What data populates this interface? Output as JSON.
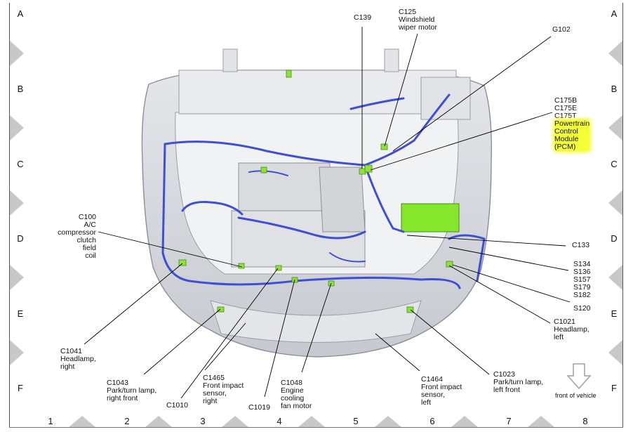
{
  "grid": {
    "rows": [
      "A",
      "B",
      "C",
      "D",
      "E",
      "F"
    ],
    "columns": [
      "1",
      "2",
      "3",
      "4",
      "5",
      "6",
      "7",
      "8"
    ]
  },
  "callouts": {
    "c139": "C139",
    "c125_id": "C125",
    "c125_desc": [
      "Windshield",
      "wiper motor"
    ],
    "g102": "G102",
    "c175": [
      "C175B",
      "C175E",
      "C175T"
    ],
    "pcm": [
      "Powertrain",
      "Control",
      "Module",
      "(PCM)"
    ],
    "c100": [
      "C100",
      "A/C",
      "compressor",
      "clutch",
      "field",
      "coil"
    ],
    "c133": "C133",
    "splices": [
      "S134",
      "S136",
      "S157",
      "S179",
      "S182"
    ],
    "s120": "S120",
    "c1021": [
      "C1021",
      "Headlamp,",
      "left"
    ],
    "c1041": [
      "C1041",
      "Headlamp,",
      "right"
    ],
    "c1043": [
      "C1043",
      "Park/turn lamp,",
      "right front"
    ],
    "c1010": "C1010",
    "c1465": [
      "C1465",
      "Front impact",
      "sensor,",
      "right"
    ],
    "c1019": "C1019",
    "c1048": [
      "C1048",
      "Engine",
      "cooling",
      "fan motor"
    ],
    "c1464": [
      "C1464",
      "Front impact",
      "sensor,",
      "left"
    ],
    "c1023": [
      "C1023",
      "Park/turn lamp,",
      "left front"
    ],
    "front_of_vehicle": "front of vehicle"
  },
  "colors": {
    "harness": "#3d4fd6",
    "connector": "#8fe23a",
    "pcm_module": "#86e62c",
    "highlight": "#f4ff35",
    "body_shell": "#d4d7dc",
    "grid_marker": "#c8c8c8"
  }
}
